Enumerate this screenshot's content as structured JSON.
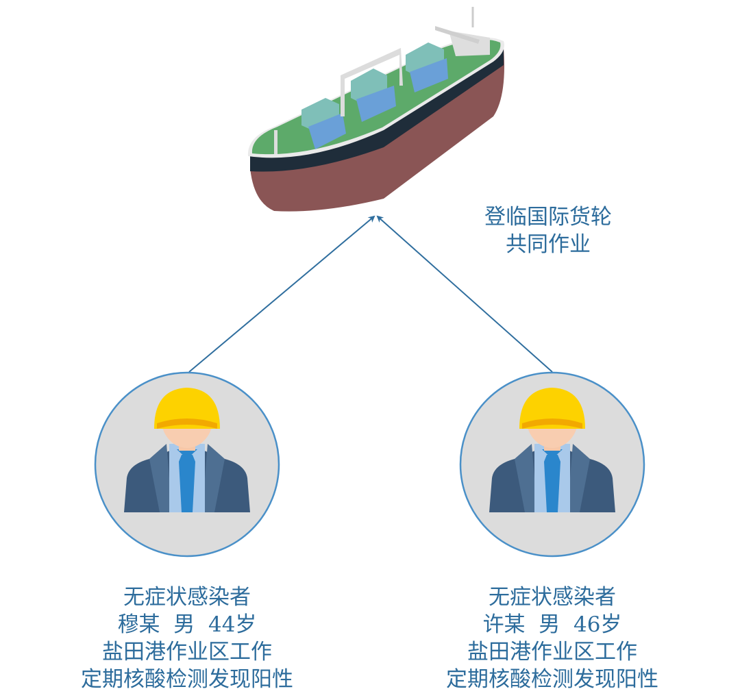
{
  "ship": {
    "label_lines": [
      "登临国际货轮",
      "共同作业"
    ]
  },
  "persons": [
    {
      "lines": [
        "无症状感染者",
        "穆某  男  44岁",
        "盐田港作业区工作",
        "定期核酸检测发现阳性"
      ]
    },
    {
      "lines": [
        "无症状感染者",
        "许某  男  46岁",
        "盐田港作业区工作",
        "定期核酸检测发现阳性"
      ]
    }
  ],
  "colors": {
    "text": "#2d6c9c",
    "arrow": "#2f6e9e",
    "circle_border": "#4a90c8",
    "circle_fill": "#dcdcdc"
  }
}
